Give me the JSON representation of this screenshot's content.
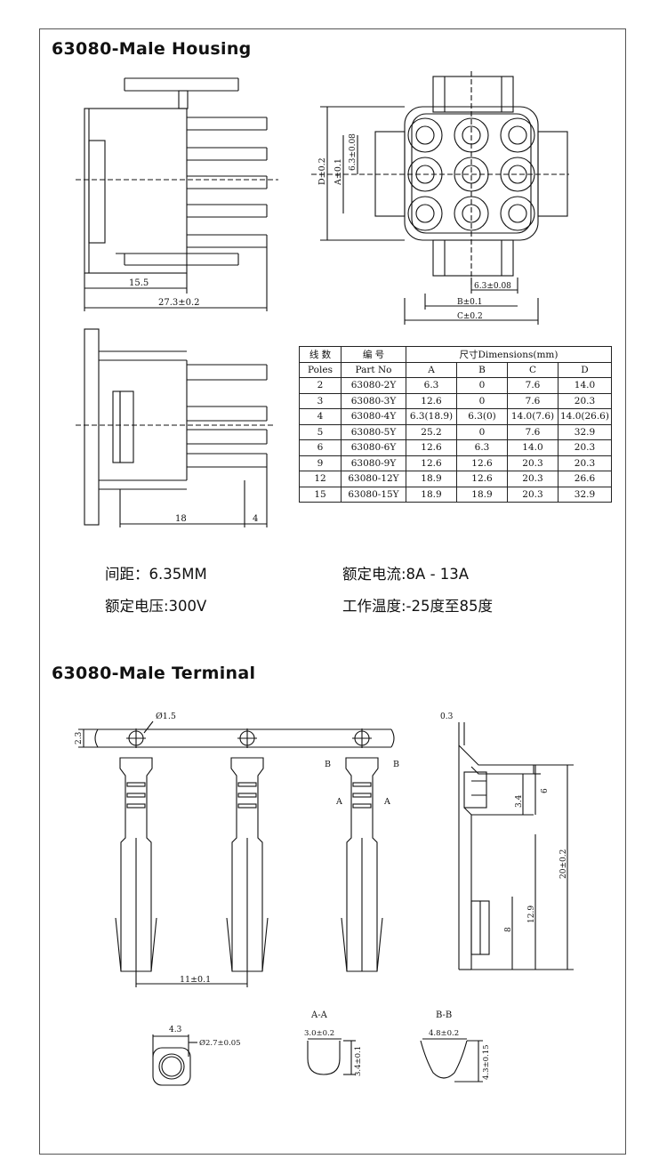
{
  "housing": {
    "title": "63080-Male Housing",
    "side_dims": {
      "inner": "15.5",
      "overall": "27.3±0.2"
    },
    "front_dims": {
      "D": "D±0.2",
      "A": "A±0.1",
      "pitch_v": "6.3±0.08",
      "pitch_h": "6.3±0.08",
      "B": "B±0.1",
      "C": "C±0.2"
    },
    "bottom_dims": {
      "body": "18",
      "tail": "4"
    }
  },
  "table": {
    "header_top": [
      "线 数",
      "编 号",
      "尺寸Dimensions(mm)"
    ],
    "header_sub": [
      "Poles",
      "Part No",
      "A",
      "B",
      "C",
      "D"
    ],
    "rows": [
      [
        "2",
        "63080-2Y",
        "6.3",
        "0",
        "7.6",
        "14.0"
      ],
      [
        "3",
        "63080-3Y",
        "12.6",
        "0",
        "7.6",
        "20.3"
      ],
      [
        "4",
        "63080-4Y",
        "6.3(18.9)",
        "6.3(0)",
        "14.0(7.6)",
        "14.0(26.6)"
      ],
      [
        "5",
        "63080-5Y",
        "25.2",
        "0",
        "7.6",
        "32.9"
      ],
      [
        "6",
        "63080-6Y",
        "12.6",
        "6.3",
        "14.0",
        "20.3"
      ],
      [
        "9",
        "63080-9Y",
        "12.6",
        "12.6",
        "20.3",
        "20.3"
      ],
      [
        "12",
        "63080-12Y",
        "18.9",
        "12.6",
        "20.3",
        "26.6"
      ],
      [
        "15",
        "63080-15Y",
        "18.9",
        "18.9",
        "20.3",
        "32.9"
      ]
    ]
  },
  "specs": {
    "pitch": "间距：6.35MM",
    "current": "额定电流:8A - 13A",
    "voltage": "额定电压:300V",
    "temp": "工作温度:-25度至85度"
  },
  "terminal": {
    "title": "63080-Male Terminal",
    "dims": {
      "hole": "Ø1.5",
      "strip": "2.3",
      "pitch": "11±0.1",
      "thick": "0.3",
      "d6": "6",
      "d34": "3.4",
      "d20": "20±0.2",
      "d129": "12.9",
      "d8": "8",
      "B": "B",
      "A": "A",
      "ring_w": "4.3",
      "ring_d": "Ø2.7±0.05",
      "aa": "A-A",
      "aa_w": "3.0±0.2",
      "aa_h": "3.4±0.1",
      "bb": "B-B",
      "bb_w": "4.8±0.2",
      "bb_h": "4.3±0.15"
    }
  }
}
